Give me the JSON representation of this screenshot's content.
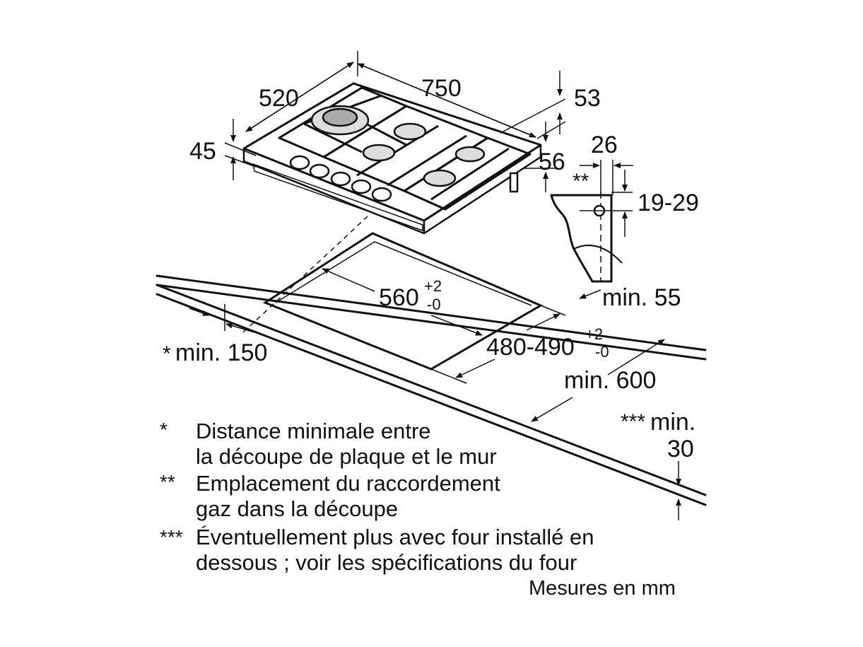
{
  "dimensions": {
    "width_750": "750",
    "depth_520": "520",
    "height_45": "45",
    "dim_53": "53",
    "dim_56": "56",
    "dim_26": "26",
    "range_19_29": "19-29",
    "min_55": "min. 55",
    "cutout_width": "560",
    "cutout_width_tol_plus": "+2",
    "cutout_width_tol_minus": "-0",
    "cutout_depth": "480-490",
    "cutout_depth_tol_plus": "+2",
    "cutout_depth_tol_minus": "-0",
    "min_150_star": "*",
    "min_150": "min. 150",
    "min_600": "min. 600",
    "min_30_stars": "***",
    "min_30_label": "min.",
    "min_30_value": "30",
    "gas_marker": "**"
  },
  "notes": [
    {
      "marker": "*",
      "lines": [
        "Distance minimale entre",
        "la découpe de plaque et le mur"
      ]
    },
    {
      "marker": "**",
      "lines": [
        "Emplacement du raccordement",
        "gaz dans la découpe"
      ]
    },
    {
      "marker": "***",
      "lines": [
        "Éventuellement plus avec four installé en",
        "dessous ; voir les spécifications du four"
      ]
    }
  ],
  "units_note": "Mesures en mm"
}
